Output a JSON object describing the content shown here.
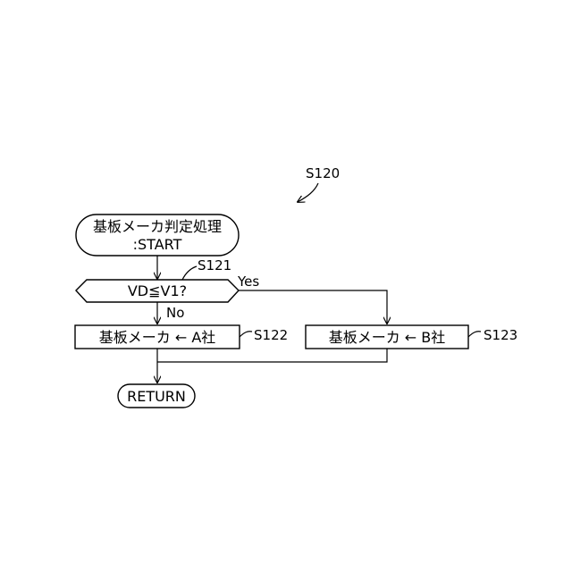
{
  "figure": {
    "label": "S120"
  },
  "start": {
    "line1": "基板メーカ判定処理",
    "line2": ":START"
  },
  "decision": {
    "text": "VD≦V1?",
    "step_label": "S121",
    "yes_label": "Yes",
    "no_label": "No"
  },
  "process_a": {
    "text": "基板メーカ ← A社",
    "step_label": "S122"
  },
  "process_b": {
    "text": "基板メーカ ← B社",
    "step_label": "S123"
  },
  "end": {
    "text": "RETURN"
  },
  "colors": {
    "stroke": "#000000",
    "fill": "#ffffff",
    "text": "#000000"
  }
}
